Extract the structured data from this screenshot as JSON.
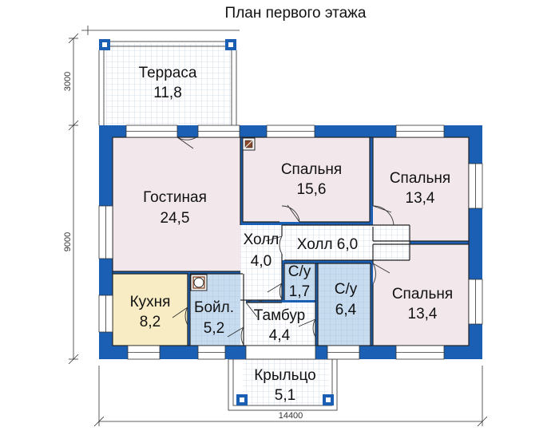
{
  "title": "План первого этажа",
  "rooms": {
    "terrace": {
      "name": "Терраса",
      "area": "11,8"
    },
    "living": {
      "name": "Гостиная",
      "area": "24,5"
    },
    "bed1": {
      "name": "Спальня",
      "area": "15,6"
    },
    "bed2": {
      "name": "Спальня",
      "area": "13,4"
    },
    "bed3": {
      "name": "Спальня",
      "area": "13,4"
    },
    "hall1": {
      "name": "Холл",
      "area": "4,0"
    },
    "hall2": {
      "label": "Холл 6,0"
    },
    "wc1": {
      "name": "С/у",
      "area": "1,7"
    },
    "wc2": {
      "name": "С/у",
      "area": "6,4"
    },
    "kitchen": {
      "name": "Кухня",
      "area": "8,2"
    },
    "boiler": {
      "name": "Бойл.",
      "area": "5,2"
    },
    "vestibule": {
      "name": "Тамбур",
      "area": "4,4"
    },
    "porch": {
      "name": "Крыльцо",
      "area": "5,1"
    }
  },
  "dimensions": {
    "width": "14400",
    "depth": "9000",
    "terrace_depth": "3000"
  },
  "colors": {
    "wall": "#1a5fb4",
    "bedroom_fill": "#f2e8ec",
    "kitchen_fill": "#f7ecc4",
    "wet_fill": "#c8dcf0",
    "tile_grid": "#b8c8dc"
  }
}
